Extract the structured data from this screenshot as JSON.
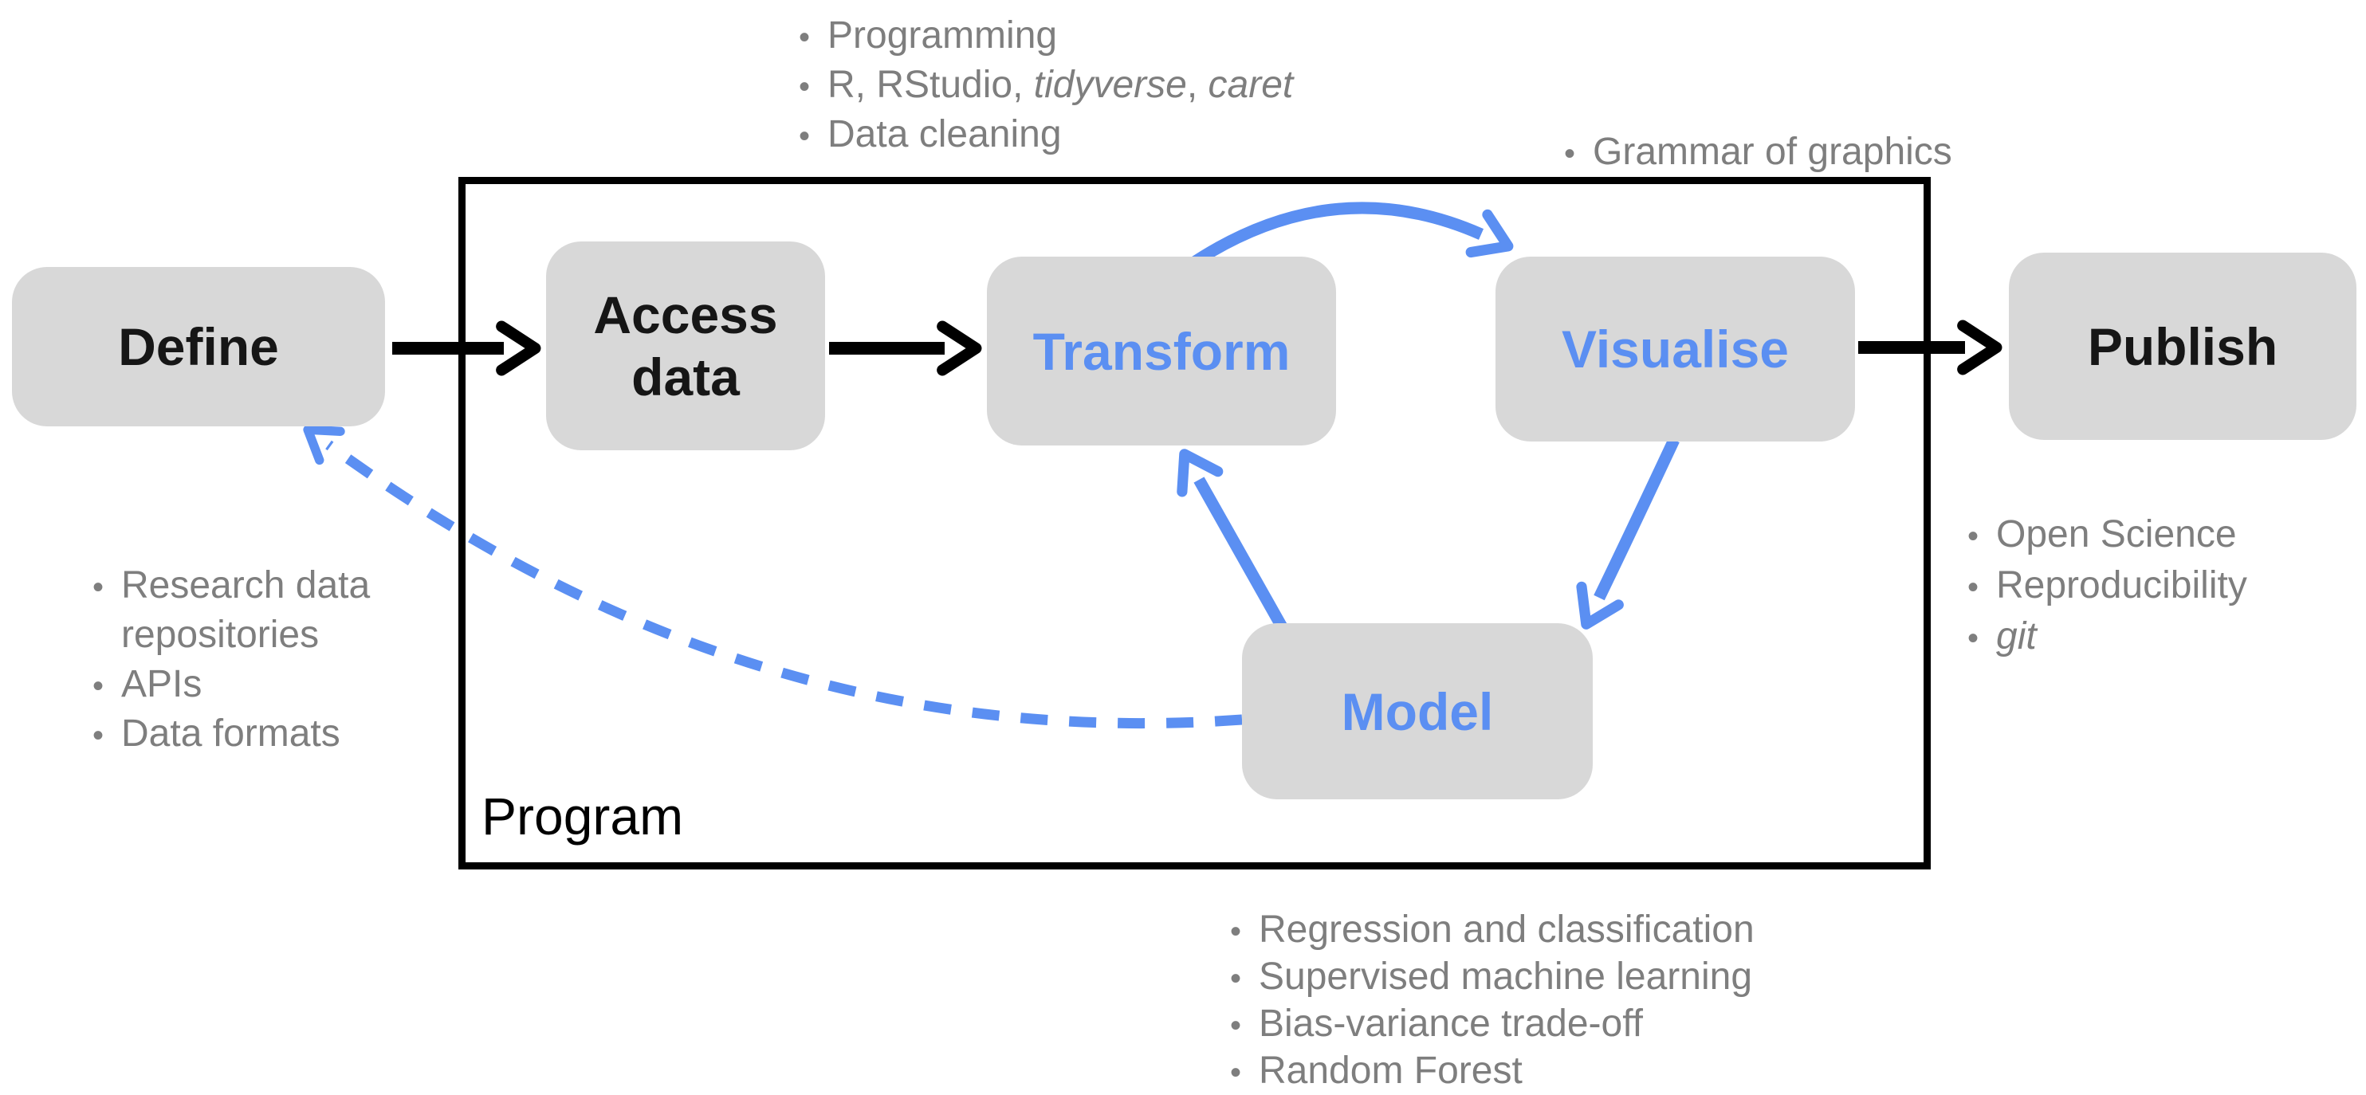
{
  "colors": {
    "accent_blue": "#5b8ff2",
    "box_fill": "#d8d8d8",
    "note_gray": "#7e7e7e",
    "outline_black": "#000000"
  },
  "glyphs": {
    "bullet": "•"
  },
  "program": {
    "label": "Program"
  },
  "nodes": {
    "define": {
      "label": "Define"
    },
    "access": {
      "label": "Access\ndata"
    },
    "transform": {
      "label": "Transform"
    },
    "visualise": {
      "label": "Visualise"
    },
    "model": {
      "label": "Model"
    },
    "publish": {
      "label": "Publish"
    }
  },
  "annotations": {
    "top": {
      "line1": {
        "text": "Programming"
      },
      "line2": {
        "p1": "R, RStudio, ",
        "p2": "tidyverse",
        "p3": ", ",
        "p4": "caret"
      },
      "line3": {
        "text": "Data cleaning"
      }
    },
    "grammar": {
      "text": "Grammar of graphics"
    },
    "left": {
      "line1": {
        "text": "Research data"
      },
      "line2": {
        "text": "repositories"
      },
      "line3": {
        "text": "APIs"
      },
      "line4": {
        "text": "Data formats"
      }
    },
    "right": {
      "line1": {
        "text": "Open Science"
      },
      "line2": {
        "text": "Reproducibility"
      },
      "line3": {
        "text": "git"
      }
    },
    "bottom": {
      "line1": {
        "text": "Regression and classification"
      },
      "line2": {
        "text": "Supervised machine learning"
      },
      "line3": {
        "text": "Bias-variance trade-off"
      },
      "line4": {
        "text": "Random Forest"
      }
    }
  }
}
